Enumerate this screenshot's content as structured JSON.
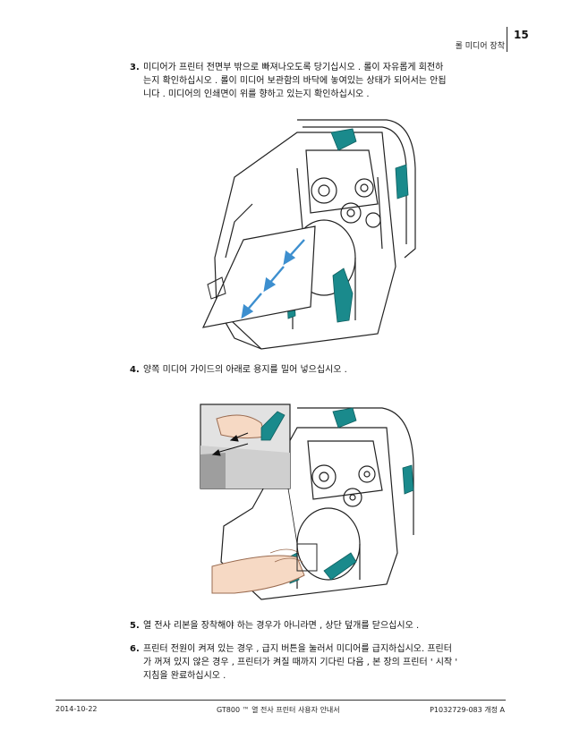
{
  "header": {
    "section_title": "롤 미디어 장착",
    "page_number": "15"
  },
  "steps": [
    {
      "num": "3.",
      "lines": [
        "미디어가 프린터 전면부 밖으로 빠져나오도록 당기십시오 . 롤이 자유롭게 회전하",
        "는지 확인하십시오 . 롤이 미디어 보관함의 바닥에 놓여있는 상태가 되어서는 안됩",
        "니다 . 미디어의 인쇄면이 위를 향하고 있는지 확인하십시오 ."
      ]
    },
    {
      "num": "4.",
      "lines": [
        "양쪽 미디어 가이드의 아래로 용지를 밀어 넣으십시오 ."
      ]
    },
    {
      "num": "5.",
      "lines": [
        "열 전사 리본을 장착해야 하는 경우가 아니라면 , 상단 덮개를 닫으십시오 ."
      ]
    },
    {
      "num": "6.",
      "lines": [
        "프린터 전원이 켜져 있는 경우 , 급지 버튼을 눌러서 미디어를 급지하십시오. 프린터",
        "가 꺼져 있지 않은 경우 , 프린터가 켜질 때까지 기다린 다음 , 본 장의 프린터 ' 시작 '",
        "지침을 완료하십시오 ."
      ]
    }
  ],
  "footer": {
    "date": "2014-10-22",
    "manual": "GT800 ™ 열 전사 프린터 사용자 안내서",
    "part": "P1032729-083 개정 A"
  },
  "colors": {
    "accent": "#1a8a8c",
    "arrow": "#3d8fcf",
    "outline": "#222222"
  }
}
